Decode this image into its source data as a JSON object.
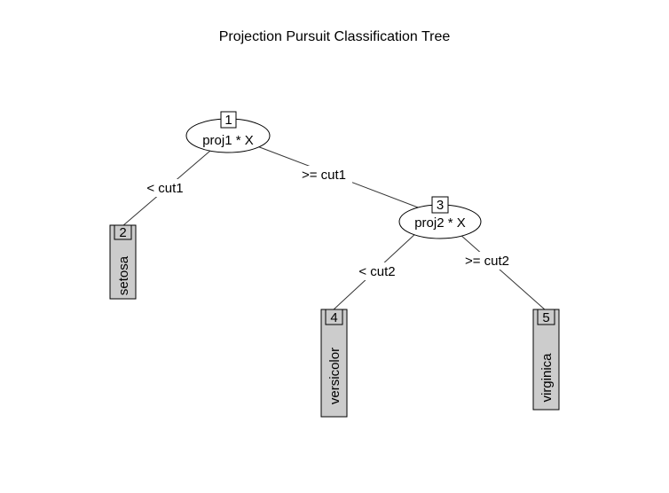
{
  "title": "Projection Pursuit Classification Tree",
  "nodes": {
    "n1": {
      "id": "1",
      "label": "proj1 * X"
    },
    "n2": {
      "id": "2",
      "label": "setosa"
    },
    "n3": {
      "id": "3",
      "label": "proj2 * X"
    },
    "n4": {
      "id": "4",
      "label": "versicolor"
    },
    "n5": {
      "id": "5",
      "label": "virginica"
    }
  },
  "edges": {
    "e12": "< cut1",
    "e13": ">= cut1",
    "e34": "< cut2",
    "e35": ">= cut2"
  }
}
